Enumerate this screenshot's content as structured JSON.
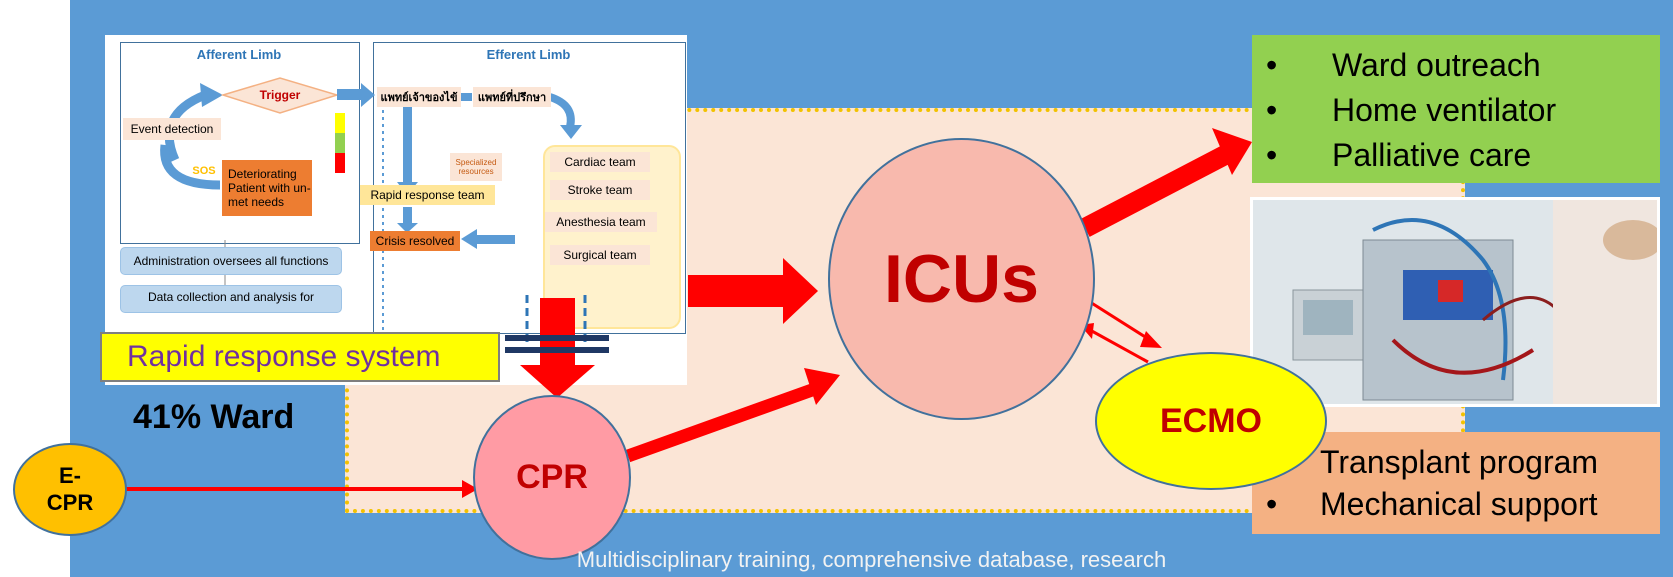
{
  "colors": {
    "background": "#5b9bd5",
    "inner_area": "#fbe5d6",
    "arrow": "#ff0000",
    "icu": "#f8b9ad",
    "cpr": "#ff9ba4",
    "ecmo": "#ffff00",
    "ecpr": "#ffc000",
    "outreach": "#92d050",
    "transplant": "#f4b183",
    "rrs_box": "#ffff00"
  },
  "flowchart": {
    "afferent_title": "Afferent Limb",
    "efferent_title": "Efferent Limb",
    "trigger": "Trigger",
    "event_detection": "Event detection",
    "sos": "SOS",
    "deteriorating": "Deteriorating Patient with un-met needs",
    "admin": "Administration oversees all functions",
    "data": "Data collection and analysis for",
    "thai_doctor": "แพทย์เจ้าของไข้",
    "thai_consult": "แพทย์ที่ปรึกษา",
    "specialized": "Specialized resources",
    "rapid_team": "Rapid response team",
    "crisis": "Crisis resolved",
    "teams": [
      "Cardiac team",
      "Stroke team",
      "Anesthesia team",
      "Surgical team"
    ]
  },
  "rrs_label": "Rapid response system",
  "ward_label": "41% Ward",
  "ecpr_label": "E-\nCPR",
  "cpr_label": "CPR",
  "icu_label": "ICUs",
  "ecmo_label": "ECMO",
  "outreach_items": [
    "Ward outreach",
    "Home ventilator",
    "Palliative care"
  ],
  "transplant_items": [
    "Transplant program",
    "Mechanical support"
  ],
  "footer": "Multidisciplinary training, comprehensive database, research"
}
